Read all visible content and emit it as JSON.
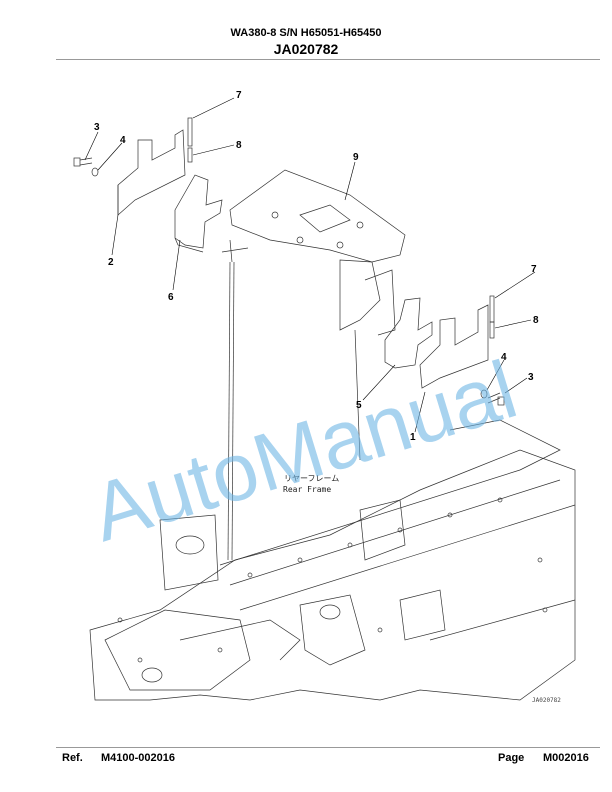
{
  "header": {
    "model_serial": "WA380-8 S/N H65051-H65450",
    "figure_code": "JA020782"
  },
  "drawing": {
    "callouts": [
      "1",
      "2",
      "3",
      "3",
      "4",
      "4",
      "5",
      "6",
      "7",
      "7",
      "8",
      "8",
      "9"
    ],
    "frame_label_jp": "リヤーフレーム",
    "frame_label_en": "Rear Frame",
    "drawing_number": "JA020782"
  },
  "watermark": "AutoManual",
  "footer": {
    "ref_label": "Ref.",
    "ref_value": "M4100-002016",
    "page_label": "Page",
    "page_value": "M002016"
  }
}
